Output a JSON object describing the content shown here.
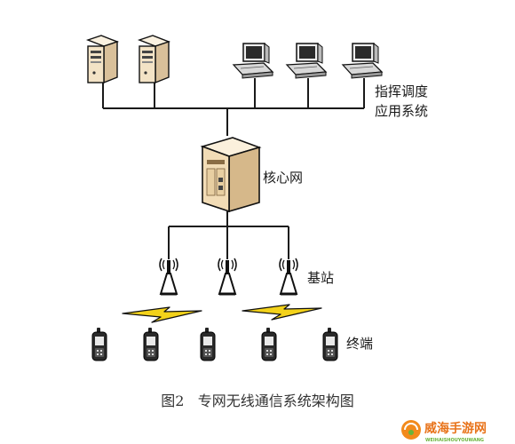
{
  "labels": {
    "dispatch_line1": "指挥调度",
    "dispatch_line2": "应用系统",
    "core_network": "核心网",
    "base_station": "基站",
    "terminal": "终端"
  },
  "caption": "图2   专网无线通信系统架构图",
  "watermark": {
    "text": "威海手游网",
    "subtext": "WEIHAISHOUYOUWANG"
  },
  "colors": {
    "line": "#1a1a1a",
    "server_body": "#f3e3c6",
    "core_body": "#f2dcb6",
    "lightning": "#f3d21a",
    "watermark_orange": "#f28a1b",
    "watermark_green": "#6ab33a"
  },
  "icons": [
    "server-icon",
    "workstation-icon",
    "core-network-icon",
    "antenna-icon",
    "lightning-icon",
    "handset-icon"
  ]
}
